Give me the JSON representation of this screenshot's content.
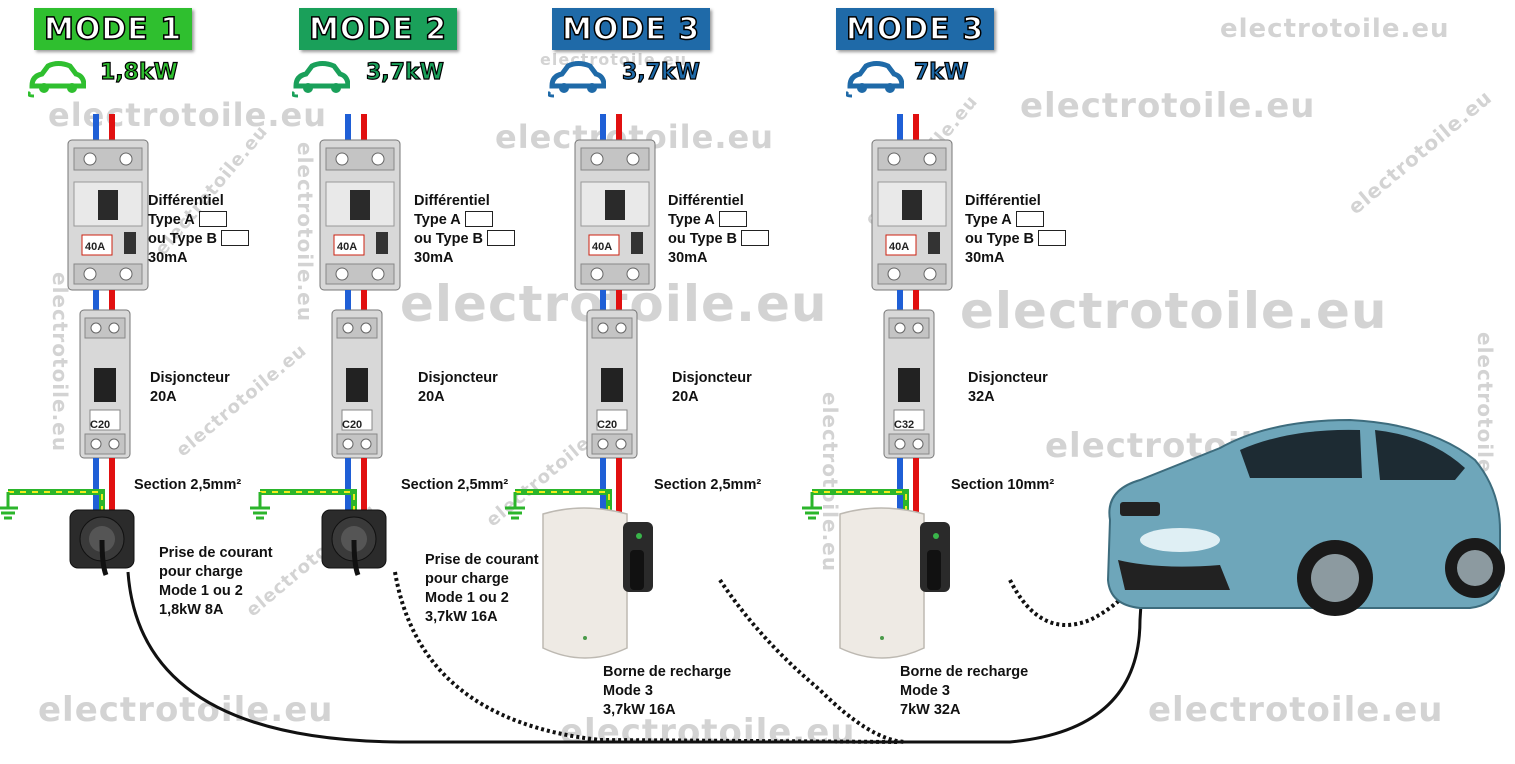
{
  "colors": {
    "mode1": "#2fbf2f",
    "mode2": "#1aa05a",
    "mode3": "#1f6aa8",
    "phase": "#e11010",
    "neutral": "#1f5fd6",
    "earth_green": "#2bb52b",
    "earth_yellow": "#f2ea1c"
  },
  "modes": [
    {
      "title": "MODE 1",
      "power": "1,8kW",
      "color": "#2fbf2f",
      "icon": "ev-car-icon"
    },
    {
      "title": "MODE 2",
      "power": "3,7kW",
      "color": "#1aa05a",
      "icon": "ev-car-icon"
    },
    {
      "title": "MODE 3",
      "power": "3,7kW",
      "color": "#1f6aa8",
      "icon": "ev-car-icon"
    },
    {
      "title": "MODE 3",
      "power": "7kW",
      "color": "#1f6aa8",
      "icon": "ev-car-icon"
    }
  ],
  "rcd": {
    "line1": "Différentiel",
    "line2": "Type A",
    "line3": "ou Type B",
    "line4": "30mA",
    "rating": "40A",
    "icon_a": "ac-pulsating-icon",
    "icon_b": "dc-icon"
  },
  "breakers": [
    {
      "line1": "Disjoncteur",
      "line2": "20A",
      "code": "C20"
    },
    {
      "line1": "Disjoncteur",
      "line2": "20A",
      "code": "C20"
    },
    {
      "line1": "Disjoncteur",
      "line2": "20A",
      "code": "C20"
    },
    {
      "line1": "Disjoncteur",
      "line2": "32A",
      "code": "C32"
    }
  ],
  "sections": [
    "Section 2,5mm²",
    "Section 2,5mm²",
    "Section 2,5mm²",
    "Section 10mm²"
  ],
  "sockets": [
    {
      "line1": "Prise de courant",
      "line2": "pour charge",
      "line3": "Mode 1 ou 2",
      "line4": "1,8kW 8A"
    },
    {
      "line1": "Prise de courant",
      "line2": "pour charge",
      "line3": "Mode 1 ou 2",
      "line4": "3,7kW 16A"
    }
  ],
  "stations": [
    {
      "line1": "Borne de recharge",
      "line2": "Mode 3",
      "line3": "3,7kW 16A"
    },
    {
      "line1": "Borne de recharge",
      "line2": "Mode 3",
      "line3": "7kW 32A"
    }
  ],
  "watermark": "electrotoile.eu"
}
